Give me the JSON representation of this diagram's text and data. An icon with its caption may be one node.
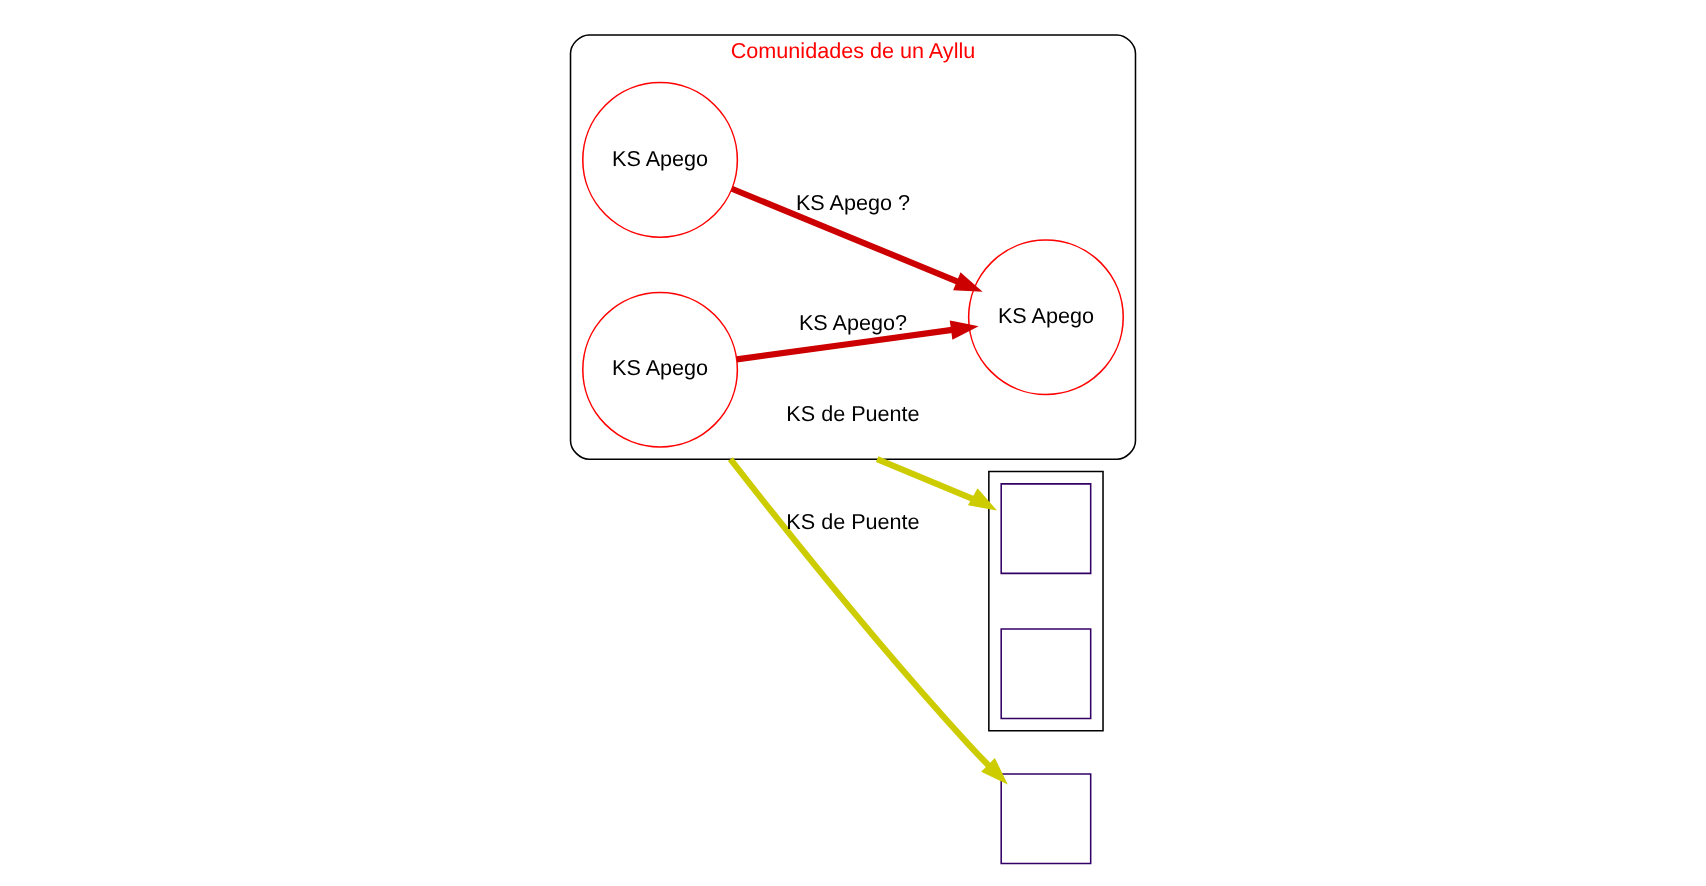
{
  "diagram": {
    "nodes": [
      {
        "text": [
          "Comunidades de un Ayllu"
        ]
      },
      {
        "text": [
          "KS Apego"
        ],
        "in": 0
      },
      {
        "text": [
          "KS Apego"
        ],
        "in": 0
      },
      {
        "text": [
          "KS Apego"
        ],
        "in": 0
      },
      {
        "text": [],
        "shape": "box"
      },
      {
        "text": [],
        "shape": "box",
        "in": 4
      },
      {
        "text": [],
        "shape": "box",
        "in": 4
      },
      {
        "text": [],
        "shape": "box"
      }
    ],
    "edges": [
      {
        "from": 1,
        "to": 3,
        "arrow": "to",
        "label": "KS Apego?",
        "color": "#cc0000"
      },
      {
        "from": 2,
        "to": 3,
        "arrow": "to",
        "label": "KS Apego ?",
        "color": "#cc0000"
      },
      {
        "from": 0,
        "to": 4,
        "arrow": "to",
        "label": "KS de Puente",
        "color": "#cccc00"
      },
      {
        "from": 0,
        "to": 7,
        "arrow": "to",
        "label": "KS de Puente",
        "color": "#cccc00"
      }
    ]
  }
}
